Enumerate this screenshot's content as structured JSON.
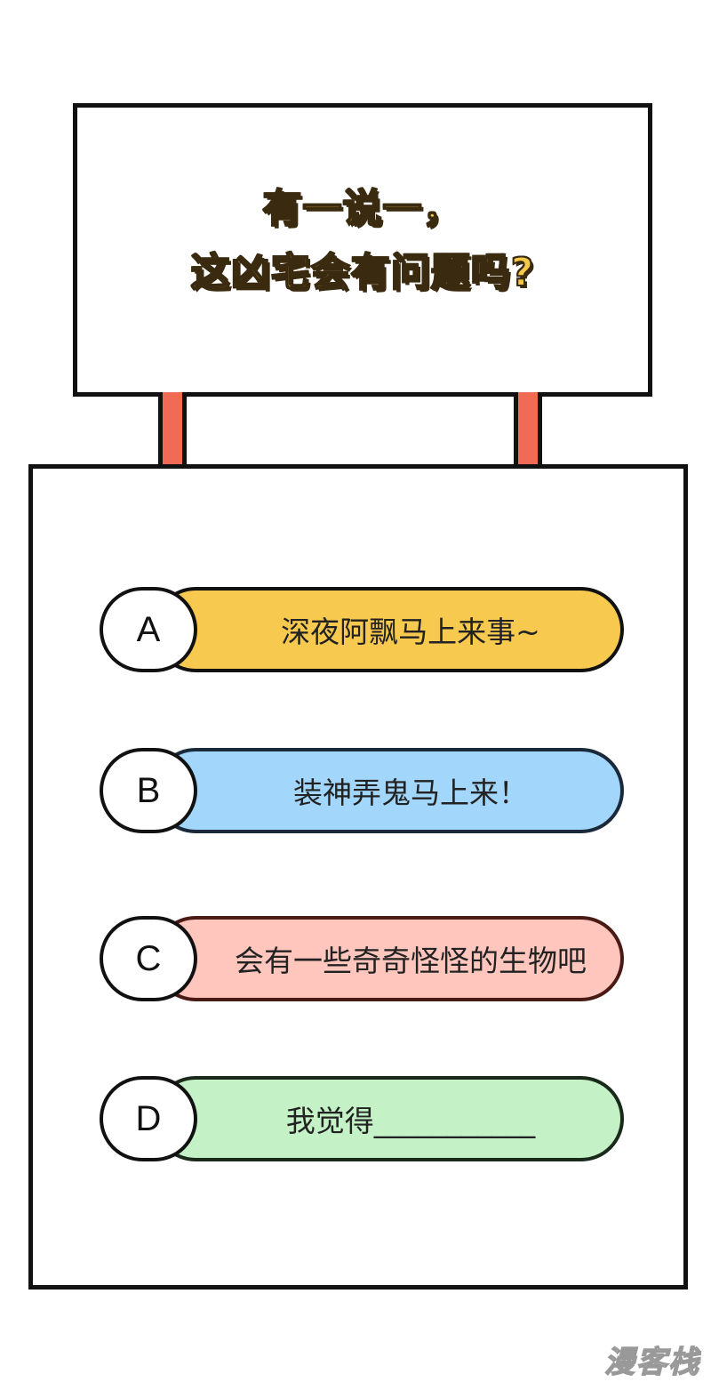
{
  "sign": {
    "title_line1": "有一说一，",
    "title_line2": "这凶宅会有问题吗?"
  },
  "options": [
    {
      "letter": "A",
      "text": "深夜阿飘马上来事~",
      "color": "#f7c94f"
    },
    {
      "letter": "B",
      "text": "装神弄鬼马上来！",
      "color": "#a3d6fb"
    },
    {
      "letter": "C",
      "text": "会有一些奇奇怪怪的生物吧",
      "color": "#ffc6be"
    },
    {
      "letter": "D",
      "text": "我觉得___________",
      "color": "#c4f1c6"
    }
  ],
  "watermark": "漫客栈"
}
